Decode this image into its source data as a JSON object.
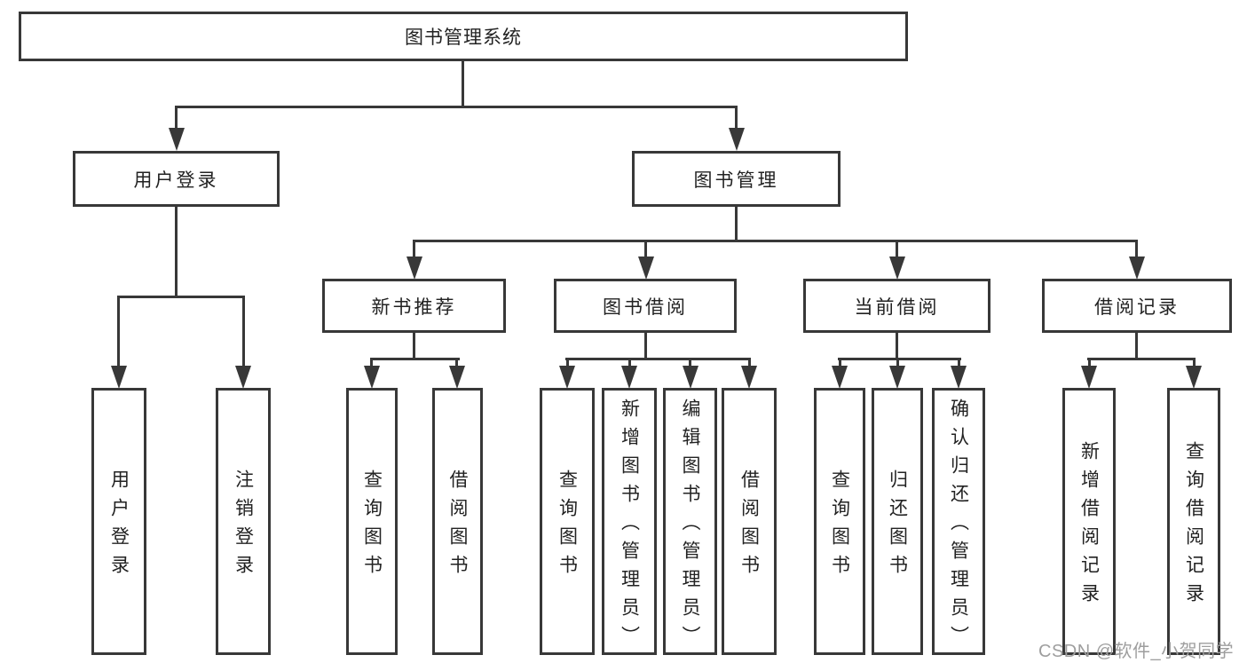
{
  "tree": {
    "label": "图书管理系统",
    "children": [
      {
        "label": "用户登录",
        "children": [
          {
            "label": "用户登录"
          },
          {
            "label": "注销登录"
          }
        ]
      },
      {
        "label": "图书管理",
        "children": [
          {
            "label": "新书推荐",
            "children": [
              {
                "label": "查询图书"
              },
              {
                "label": "借阅图书"
              }
            ]
          },
          {
            "label": "图书借阅",
            "children": [
              {
                "label": "查询图书"
              },
              {
                "label": "新增图书（管理员）"
              },
              {
                "label": "编辑图书（管理员）"
              },
              {
                "label": "借阅图书"
              }
            ]
          },
          {
            "label": "当前借阅",
            "children": [
              {
                "label": "查询图书"
              },
              {
                "label": "归还图书"
              },
              {
                "label": "确认归还（管理员）"
              }
            ]
          },
          {
            "label": "借阅记录",
            "children": [
              {
                "label": "新增借阅记录"
              },
              {
                "label": "查询借阅记录"
              }
            ]
          }
        ]
      }
    ]
  },
  "watermark": {
    "text": "CSDN @软件_小贺同学"
  },
  "colors": {
    "line": "#383838",
    "text": "#222222",
    "background": "#ffffff",
    "watermark": "#9e9e9e"
  }
}
